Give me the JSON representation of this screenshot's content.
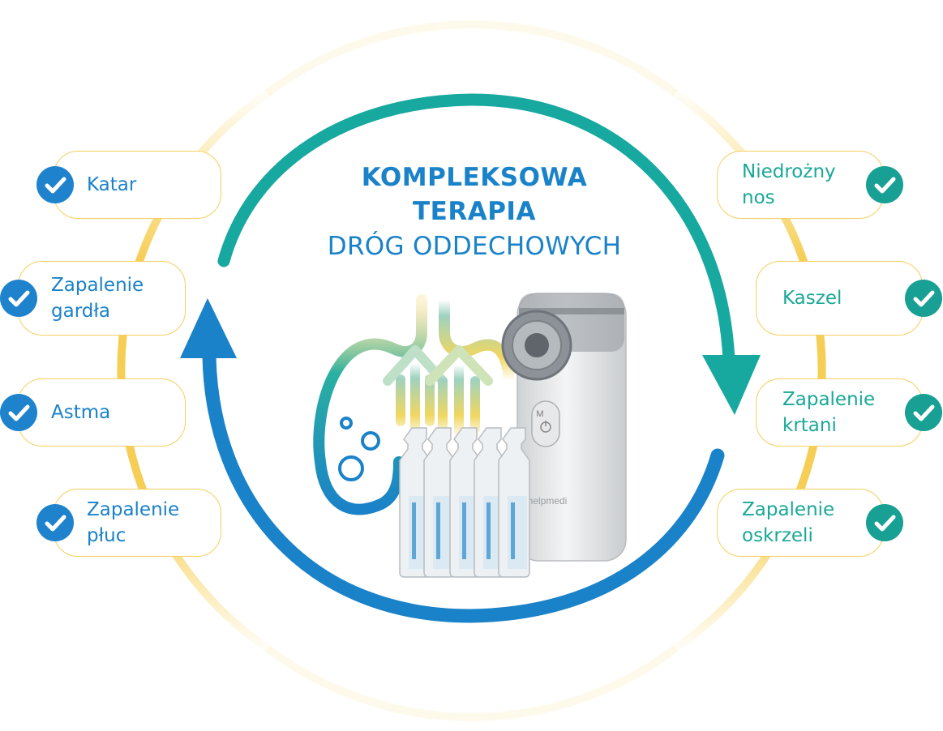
{
  "title": {
    "line1": "KOMPLEKSOWA",
    "line2": "TERAPIA",
    "line3": "DRÓG ODDECHOWYCH"
  },
  "left_items": [
    {
      "label": "Katar"
    },
    {
      "label": "Zapalenie\ngardła"
    },
    {
      "label": "Astma"
    },
    {
      "label": "Zapalenie\npłuc"
    }
  ],
  "right_items": [
    {
      "label": "Niedrożny\nnos"
    },
    {
      "label": "Kaszel"
    },
    {
      "label": "Zapalenie\nkrtani"
    },
    {
      "label": "Zapalenie\noskrzeli"
    }
  ],
  "device": {
    "button_label": "M",
    "brand": "helpmedi"
  },
  "colors": {
    "blue": "#1a82c8",
    "teal": "#17a093",
    "yellow": "#f5c842"
  },
  "icons": [
    "check-circle-icon",
    "lungs-icon",
    "arrow-icon",
    "nebulizer-image",
    "ampoules-image"
  ]
}
